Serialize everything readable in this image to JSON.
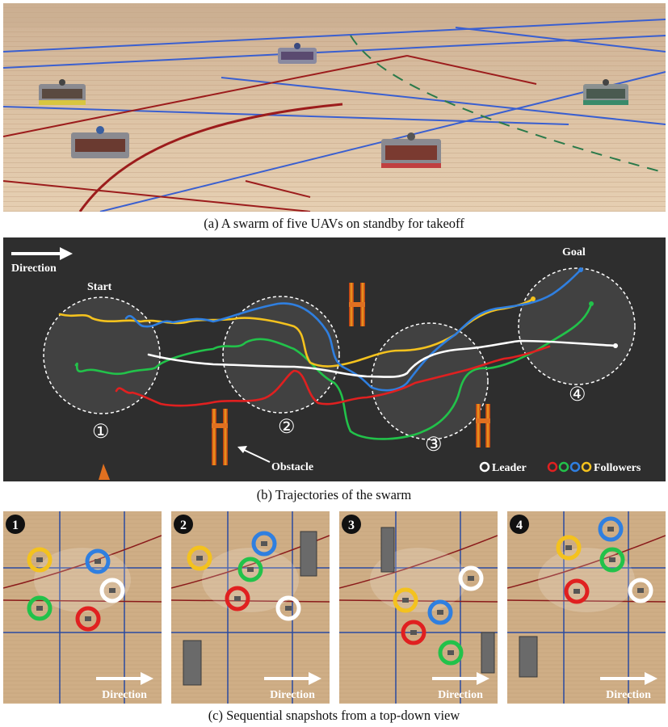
{
  "photo_a": {
    "caption": "(a) A swarm of five UAVs on standby for takeoff"
  },
  "panel_b": {
    "caption": "(b) Trajectories of the swarm",
    "direction_label": "Direction",
    "start_label": "Start",
    "goal_label": "Goal",
    "obstacle_label": "Obstacle",
    "waypoints": [
      "①",
      "②",
      "③",
      "④"
    ],
    "legend": {
      "leader": "Leader",
      "followers": "Followers"
    },
    "colors": {
      "leader": "#ffffff",
      "follower_red": "#e02020",
      "follower_green": "#22c24a",
      "follower_blue": "#2f7fe0",
      "follower_yellow": "#f4c21e"
    }
  },
  "panel_c": {
    "caption": "(c) Sequential snapshots from a top-down view",
    "snapshots": [
      {
        "number": "1",
        "direction_label": "Direction"
      },
      {
        "number": "2",
        "direction_label": "Direction"
      },
      {
        "number": "3",
        "direction_label": "Direction"
      },
      {
        "number": "4",
        "direction_label": "Direction"
      }
    ]
  }
}
